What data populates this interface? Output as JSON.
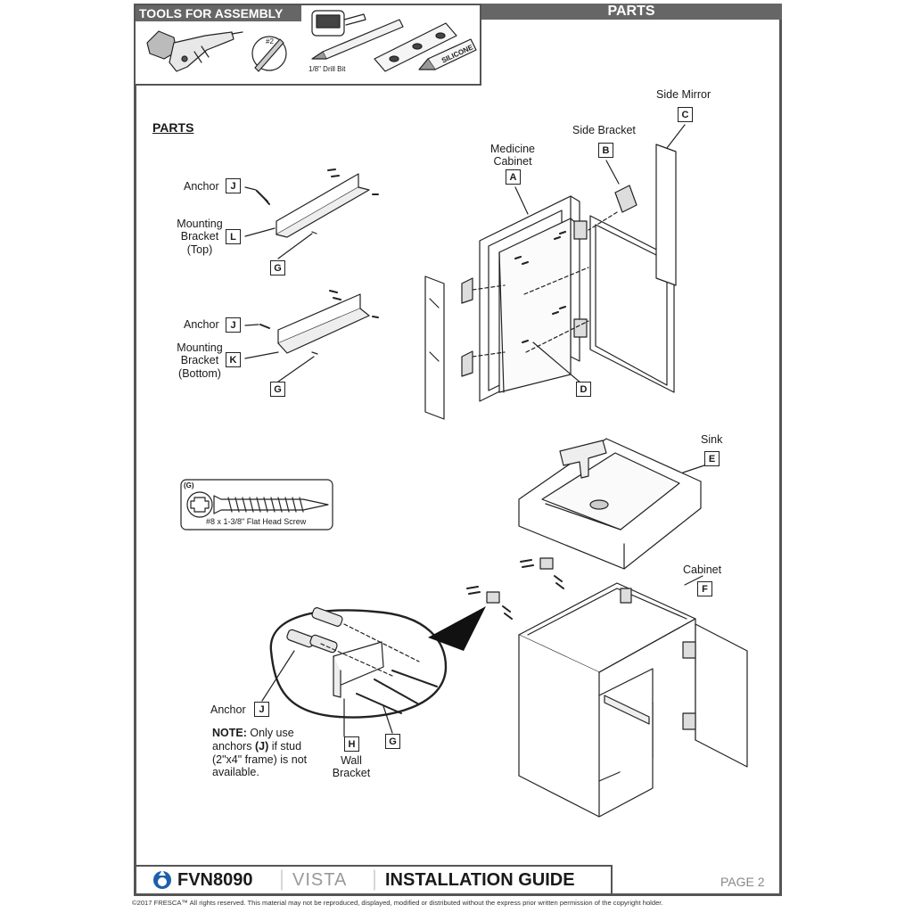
{
  "header": {
    "tools_title": "TOOLS FOR ASSEMBLY",
    "parts_banner": "PARTS"
  },
  "tools": {
    "screwdriver_tag": "#2",
    "drill_bit_label": "1/8\" Drill Bit",
    "silicone_label": "SILICONE"
  },
  "section_title": "PARTS",
  "parts": {
    "anchor_top_label": "Anchor",
    "anchor_top_code": "J",
    "mount_top_label_1": "Mounting",
    "mount_top_label_2": "Bracket",
    "mount_top_label_3": "(Top)",
    "mount_top_code": "L",
    "screw_top_code": "G",
    "anchor_bottom_label": "Anchor",
    "anchor_bottom_code": "J",
    "mount_bottom_label_1": "Mounting",
    "mount_bottom_label_2": "Bracket",
    "mount_bottom_label_3": "(Bottom)",
    "mount_bottom_code": "K",
    "screw_bottom_code": "G",
    "medicine_label_1": "Medicine",
    "medicine_label_2": "Cabinet",
    "medicine_code": "A",
    "side_bracket_label": "Side Bracket",
    "side_bracket_code": "B",
    "side_mirror_label": "Side Mirror",
    "side_mirror_code": "C",
    "hinge_code": "D",
    "sink_label": "Sink",
    "sink_code": "E",
    "cabinet_label": "Cabinet",
    "cabinet_code": "F",
    "screw_callout_code": "(G)",
    "screw_callout_text": "#8 x 1-3/8\" Flat Head Screw",
    "anchor_detail_label": "Anchor",
    "anchor_detail_code": "J",
    "wall_bracket_code": "H",
    "wall_bracket_label_1": "Wall",
    "wall_bracket_label_2": "Bracket",
    "screw_detail_code": "G",
    "note_bold": "NOTE:",
    "note_line1": " Only use",
    "note_line2a": "anchors ",
    "note_line2b": "(J)",
    "note_line2c": " if stud",
    "note_line3": "(2\"x4\" frame) is not",
    "note_line4": "available."
  },
  "footer": {
    "model": "FVN8090",
    "series": "VISTA",
    "guide": "INSTALLATION GUIDE",
    "page": "PAGE 2",
    "copyright": "©2017 FRESCA™ All rights reserved. This material may not be reproduced, displayed, modified or distributed without the express prior written permission of the copyright holder."
  },
  "colors": {
    "frame": "#555555",
    "banner": "#666666",
    "logo": "#1d5fa8"
  }
}
